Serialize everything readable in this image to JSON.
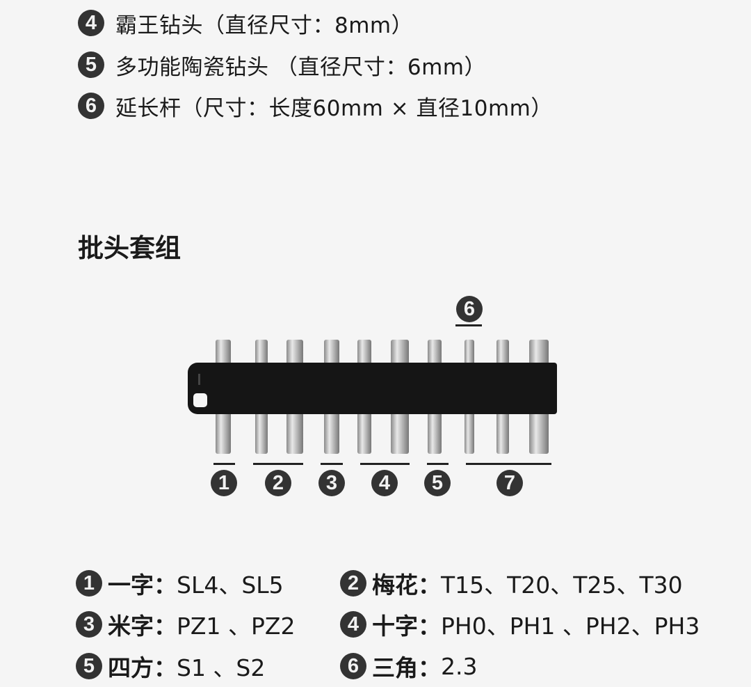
{
  "drill_list": [
    {
      "num": "4",
      "text": "霸王钻头（直径尺寸：8mm）"
    },
    {
      "num": "5",
      "text": "多功能陶瓷钻头 （直径尺寸：6mm）"
    },
    {
      "num": "6",
      "text": "延长杆（尺寸：长度60mm × 直径10mm）"
    }
  ],
  "section_title": "批头套组",
  "figure_labels": [
    "1",
    "2",
    "3",
    "4",
    "5",
    "6",
    "7"
  ],
  "specs": [
    {
      "num": "1",
      "name": "一字：",
      "value": "SL4、SL5"
    },
    {
      "num": "2",
      "name": "梅花：",
      "value": "T15、T20、T25、T30"
    },
    {
      "num": "3",
      "name": "米字：",
      "value": "PZ1 、PZ2"
    },
    {
      "num": "4",
      "name": "十字：",
      "value": "PH0、PH1 、PH2、PH3"
    },
    {
      "num": "5",
      "name": "四方：",
      "value": "S1 、S2"
    },
    {
      "num": "6",
      "name": "三角：",
      "value": "2.3"
    }
  ]
}
